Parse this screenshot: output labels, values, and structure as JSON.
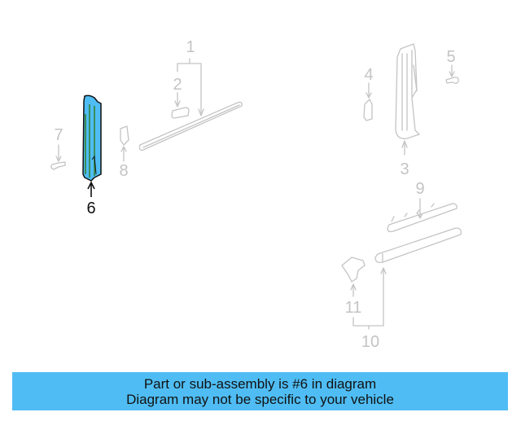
{
  "diagram": {
    "highlight_color": "#4fbdf4",
    "inactive_color": "#c4c4c4",
    "callouts": [
      {
        "id": "1",
        "label": "1"
      },
      {
        "id": "2",
        "label": "2"
      },
      {
        "id": "3",
        "label": "3"
      },
      {
        "id": "4",
        "label": "4"
      },
      {
        "id": "5",
        "label": "5"
      },
      {
        "id": "6",
        "label": "6",
        "highlighted": true
      },
      {
        "id": "7",
        "label": "7"
      },
      {
        "id": "8",
        "label": "8"
      },
      {
        "id": "9",
        "label": "9"
      },
      {
        "id": "10",
        "label": "10"
      },
      {
        "id": "11",
        "label": "11"
      }
    ]
  },
  "banner": {
    "line1": "Part or sub-assembly is #6 in diagram",
    "line2": "Diagram may not be specific to your vehicle",
    "background": "#4fbdf4"
  }
}
